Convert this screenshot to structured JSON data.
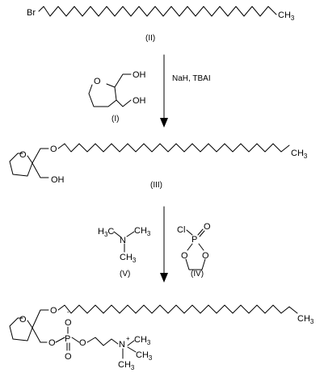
{
  "atoms": {
    "br": "Br",
    "ch3": "CH",
    "ch3_sub": "3",
    "o": "O",
    "oh": "OH",
    "h3c": "H",
    "h3c_sub": "3",
    "h3c_c": "C",
    "n": "N",
    "n_plus": "+",
    "cl": "Cl",
    "p": "P",
    "o_minus": "-"
  },
  "compounds": {
    "ii": "(II)",
    "i": "(I)",
    "iii": "(III)",
    "v": "(V)",
    "iv": "(IV)"
  },
  "reagents": {
    "step1": "NaH, TBAI"
  },
  "colors": {
    "ink": "#000000",
    "background": "#ffffff"
  }
}
